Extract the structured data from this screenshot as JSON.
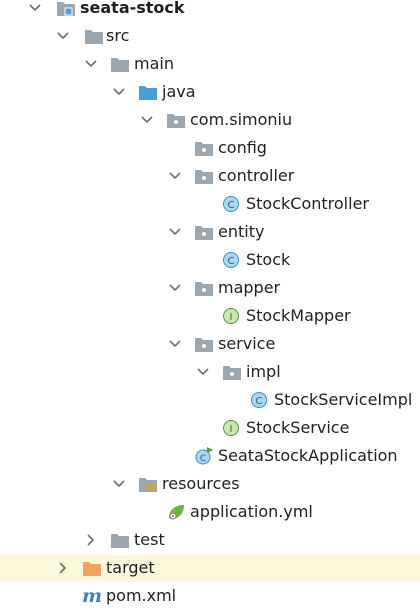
{
  "project_tree": {
    "items": [
      {
        "label": "seata-stock",
        "icon": "module-folder-icon",
        "expanded": true,
        "bold": true
      },
      {
        "label": "src",
        "icon": "folder-icon",
        "expanded": true
      },
      {
        "label": "main",
        "icon": "folder-icon",
        "expanded": true
      },
      {
        "label": "java",
        "icon": "source-root-folder-icon",
        "expanded": true
      },
      {
        "label": "com.simoniu",
        "icon": "package-icon",
        "expanded": true
      },
      {
        "label": "config",
        "icon": "package-icon"
      },
      {
        "label": "controller",
        "icon": "package-icon",
        "expanded": true
      },
      {
        "label": "StockController",
        "icon": "class-icon",
        "icon_letter": "C"
      },
      {
        "label": "entity",
        "icon": "package-icon",
        "expanded": true
      },
      {
        "label": "Stock",
        "icon": "class-icon",
        "icon_letter": "C"
      },
      {
        "label": "mapper",
        "icon": "package-icon",
        "expanded": true
      },
      {
        "label": "StockMapper",
        "icon": "interface-icon",
        "icon_letter": "I"
      },
      {
        "label": "service",
        "icon": "package-icon",
        "expanded": true
      },
      {
        "label": "impl",
        "icon": "package-icon",
        "expanded": true
      },
      {
        "label": "StockServiceImpl",
        "icon": "class-icon",
        "icon_letter": "C"
      },
      {
        "label": "StockService",
        "icon": "interface-icon",
        "icon_letter": "I"
      },
      {
        "label": "SeataStockApplication",
        "icon": "spring-boot-class-icon",
        "icon_letter": "C"
      },
      {
        "label": "resources",
        "icon": "resources-folder-icon",
        "expanded": true
      },
      {
        "label": "application.yml",
        "icon": "spring-config-file-icon"
      },
      {
        "label": "test",
        "icon": "folder-icon",
        "expanded": false
      },
      {
        "label": "target",
        "icon": "excluded-folder-icon",
        "expanded": false
      },
      {
        "label": "pom.xml",
        "icon": "maven-file-icon",
        "icon_letter": "m"
      }
    ]
  },
  "colors": {
    "folder": "#9aa7b0",
    "excluded_folder": "#f4a261",
    "source_folder": "#4a9fd8",
    "class_icon_fill": "#a9d6f0",
    "class_icon_stroke": "#3a8fc7",
    "interface_icon_fill": "#c9e6b0",
    "interface_icon_stroke": "#4f9a3a",
    "selection": "#fcf8dc",
    "maven": "#3b82c4"
  }
}
